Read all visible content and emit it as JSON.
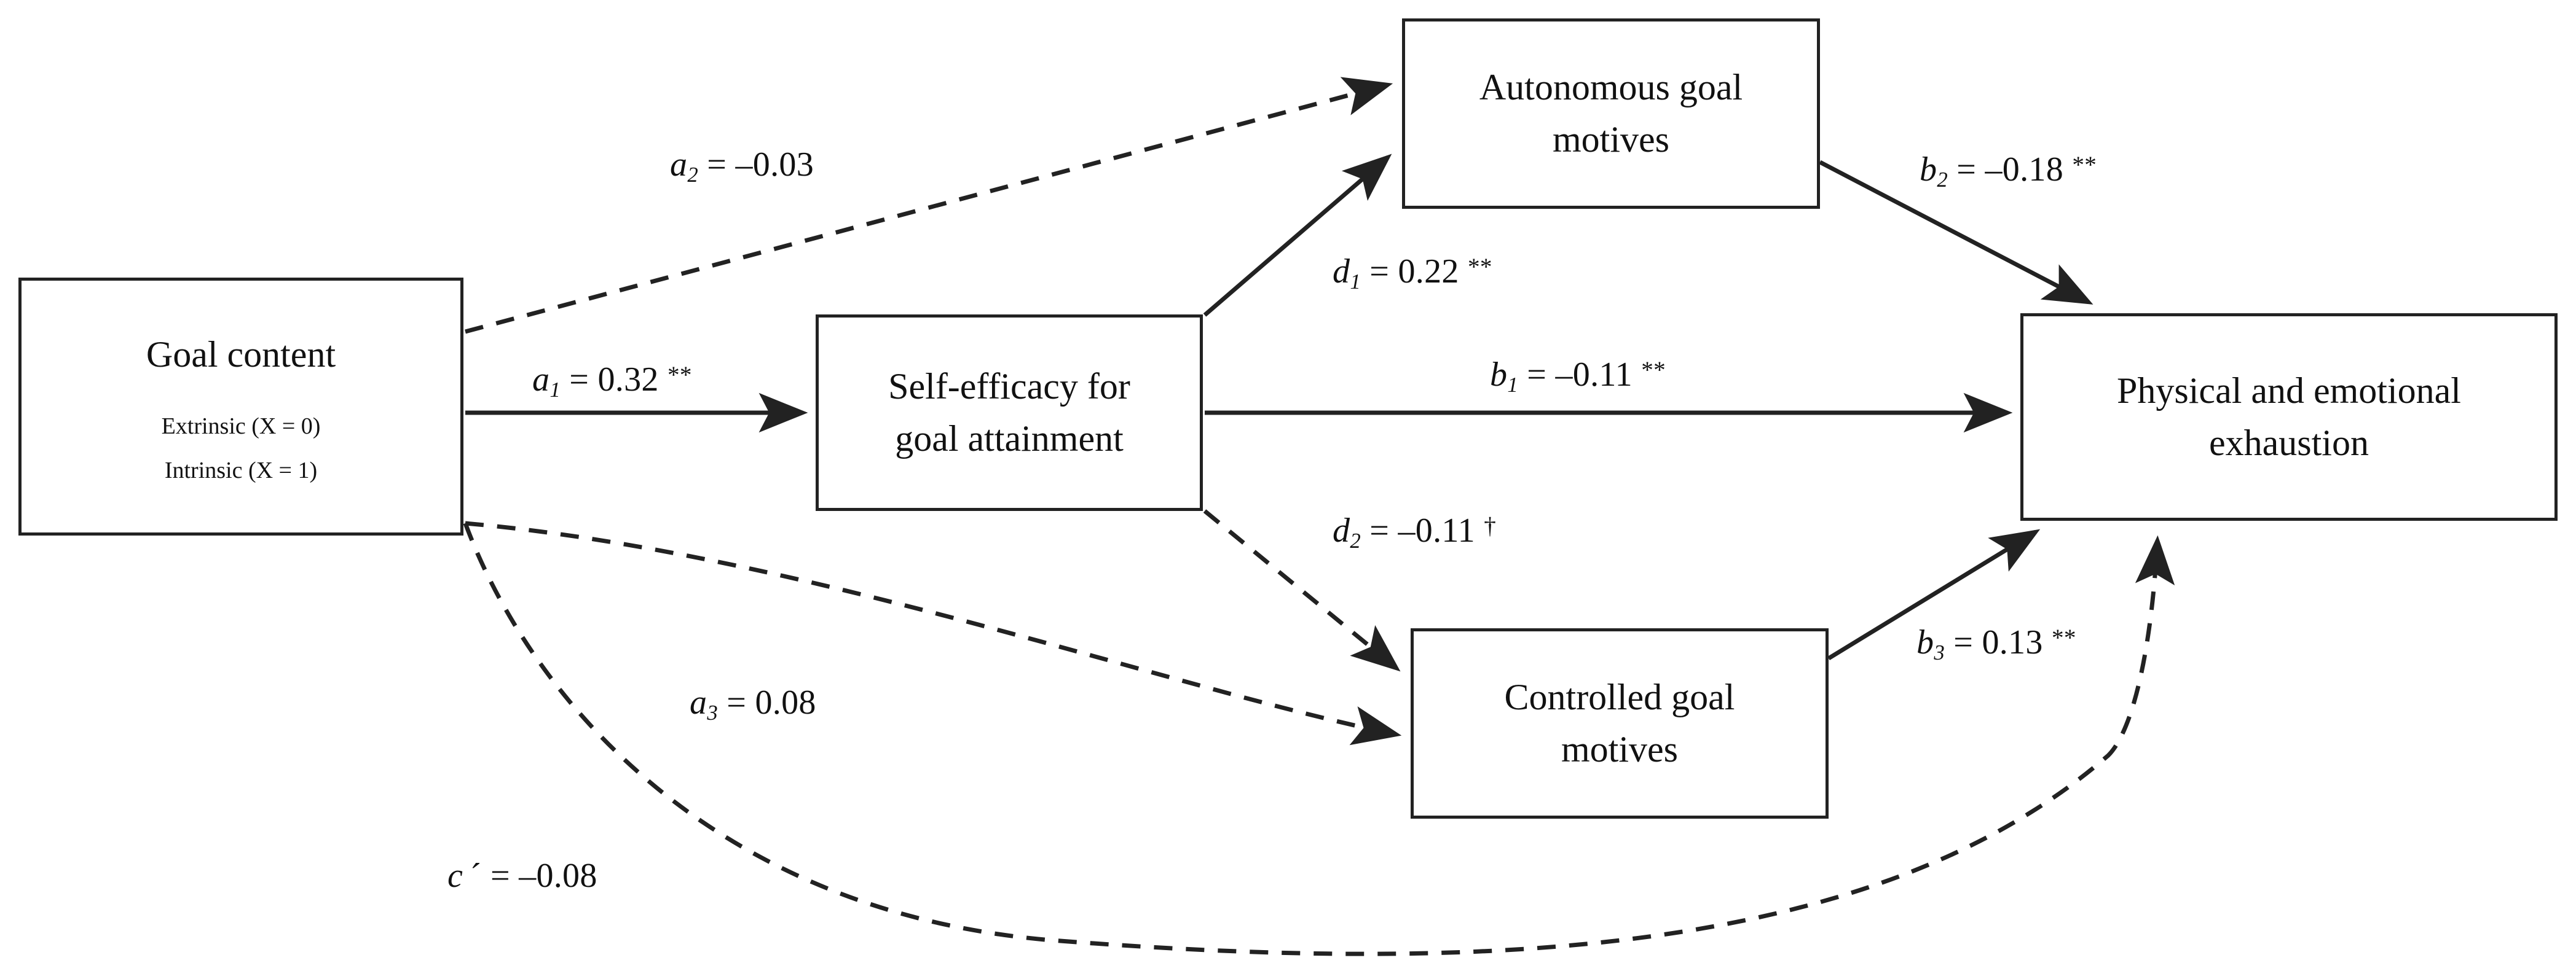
{
  "figure": {
    "type": "path-diagram",
    "description": "Serial-parallel mediation model of goal content on physical and emotional exhaustion",
    "background_color": "#ffffff",
    "line_color": "#222222",
    "text_color": "#111111"
  },
  "nodes": [
    {
      "id": "goal-content",
      "title": "Goal content",
      "sub1": "Extrinsic (X = 0)",
      "sub2": "Intrinsic (X = 1)",
      "role": "predictor"
    },
    {
      "id": "self-efficacy",
      "line1": "Self-efficacy for",
      "line2": "goal attainment",
      "role": "mediator"
    },
    {
      "id": "autonomous",
      "line1": "Autonomous goal",
      "line2": "motives",
      "role": "mediator"
    },
    {
      "id": "controlled",
      "line1": "Controlled goal",
      "line2": "motives",
      "role": "mediator"
    },
    {
      "id": "exhaustion",
      "line1": "Physical and emotional",
      "line2": "exhaustion",
      "role": "outcome"
    }
  ],
  "paths": [
    {
      "id": "a1",
      "coefficient_name": "a",
      "subscript": "1",
      "operator": "=",
      "value": "0.32",
      "significance": "**",
      "style": "solid",
      "from": "goal-content",
      "to": "self-efficacy",
      "label_text": "a1 = 0.32 **"
    },
    {
      "id": "a2",
      "coefficient_name": "a",
      "subscript": "2",
      "operator": "=",
      "value": "–0.03",
      "significance": "",
      "style": "dashed",
      "from": "goal-content",
      "to": "autonomous",
      "label_text": "a2 = –0.03"
    },
    {
      "id": "a3",
      "coefficient_name": "a",
      "subscript": "3",
      "operator": "=",
      "value": "0.08",
      "significance": "",
      "style": "dashed",
      "from": "goal-content",
      "to": "controlled",
      "label_text": "a3 = 0.08"
    },
    {
      "id": "d1",
      "coefficient_name": "d",
      "subscript": "1",
      "operator": "=",
      "value": "0.22",
      "significance": "**",
      "style": "solid",
      "from": "self-efficacy",
      "to": "autonomous",
      "label_text": "d1 = 0.22 **"
    },
    {
      "id": "d2",
      "coefficient_name": "d",
      "subscript": "2",
      "operator": "=",
      "value": "–0.11",
      "significance": "†",
      "style": "dashed",
      "from": "self-efficacy",
      "to": "controlled",
      "label_text": "d2 = –0.11 †"
    },
    {
      "id": "b1",
      "coefficient_name": "b",
      "subscript": "1",
      "operator": "=",
      "value": "–0.11",
      "significance": "**",
      "style": "solid",
      "from": "self-efficacy",
      "to": "exhaustion",
      "label_text": "b1 = –0.11 **"
    },
    {
      "id": "b2",
      "coefficient_name": "b",
      "subscript": "2",
      "operator": "=",
      "value": "–0.18",
      "significance": "**",
      "style": "solid",
      "from": "autonomous",
      "to": "exhaustion",
      "label_text": "b2 = –0.18 **"
    },
    {
      "id": "b3",
      "coefficient_name": "b",
      "subscript": "3",
      "operator": "=",
      "value": "0.13",
      "significance": "**",
      "style": "solid",
      "from": "controlled",
      "to": "exhaustion",
      "label_text": "b3 = 0.13 **"
    },
    {
      "id": "cprime",
      "coefficient_name": "c",
      "subscript": "",
      "prime": "´",
      "operator": "=",
      "value": "–0.08",
      "significance": "",
      "style": "dashed",
      "from": "goal-content",
      "to": "exhaustion",
      "label_text": "c ´ = –0.08"
    }
  ]
}
